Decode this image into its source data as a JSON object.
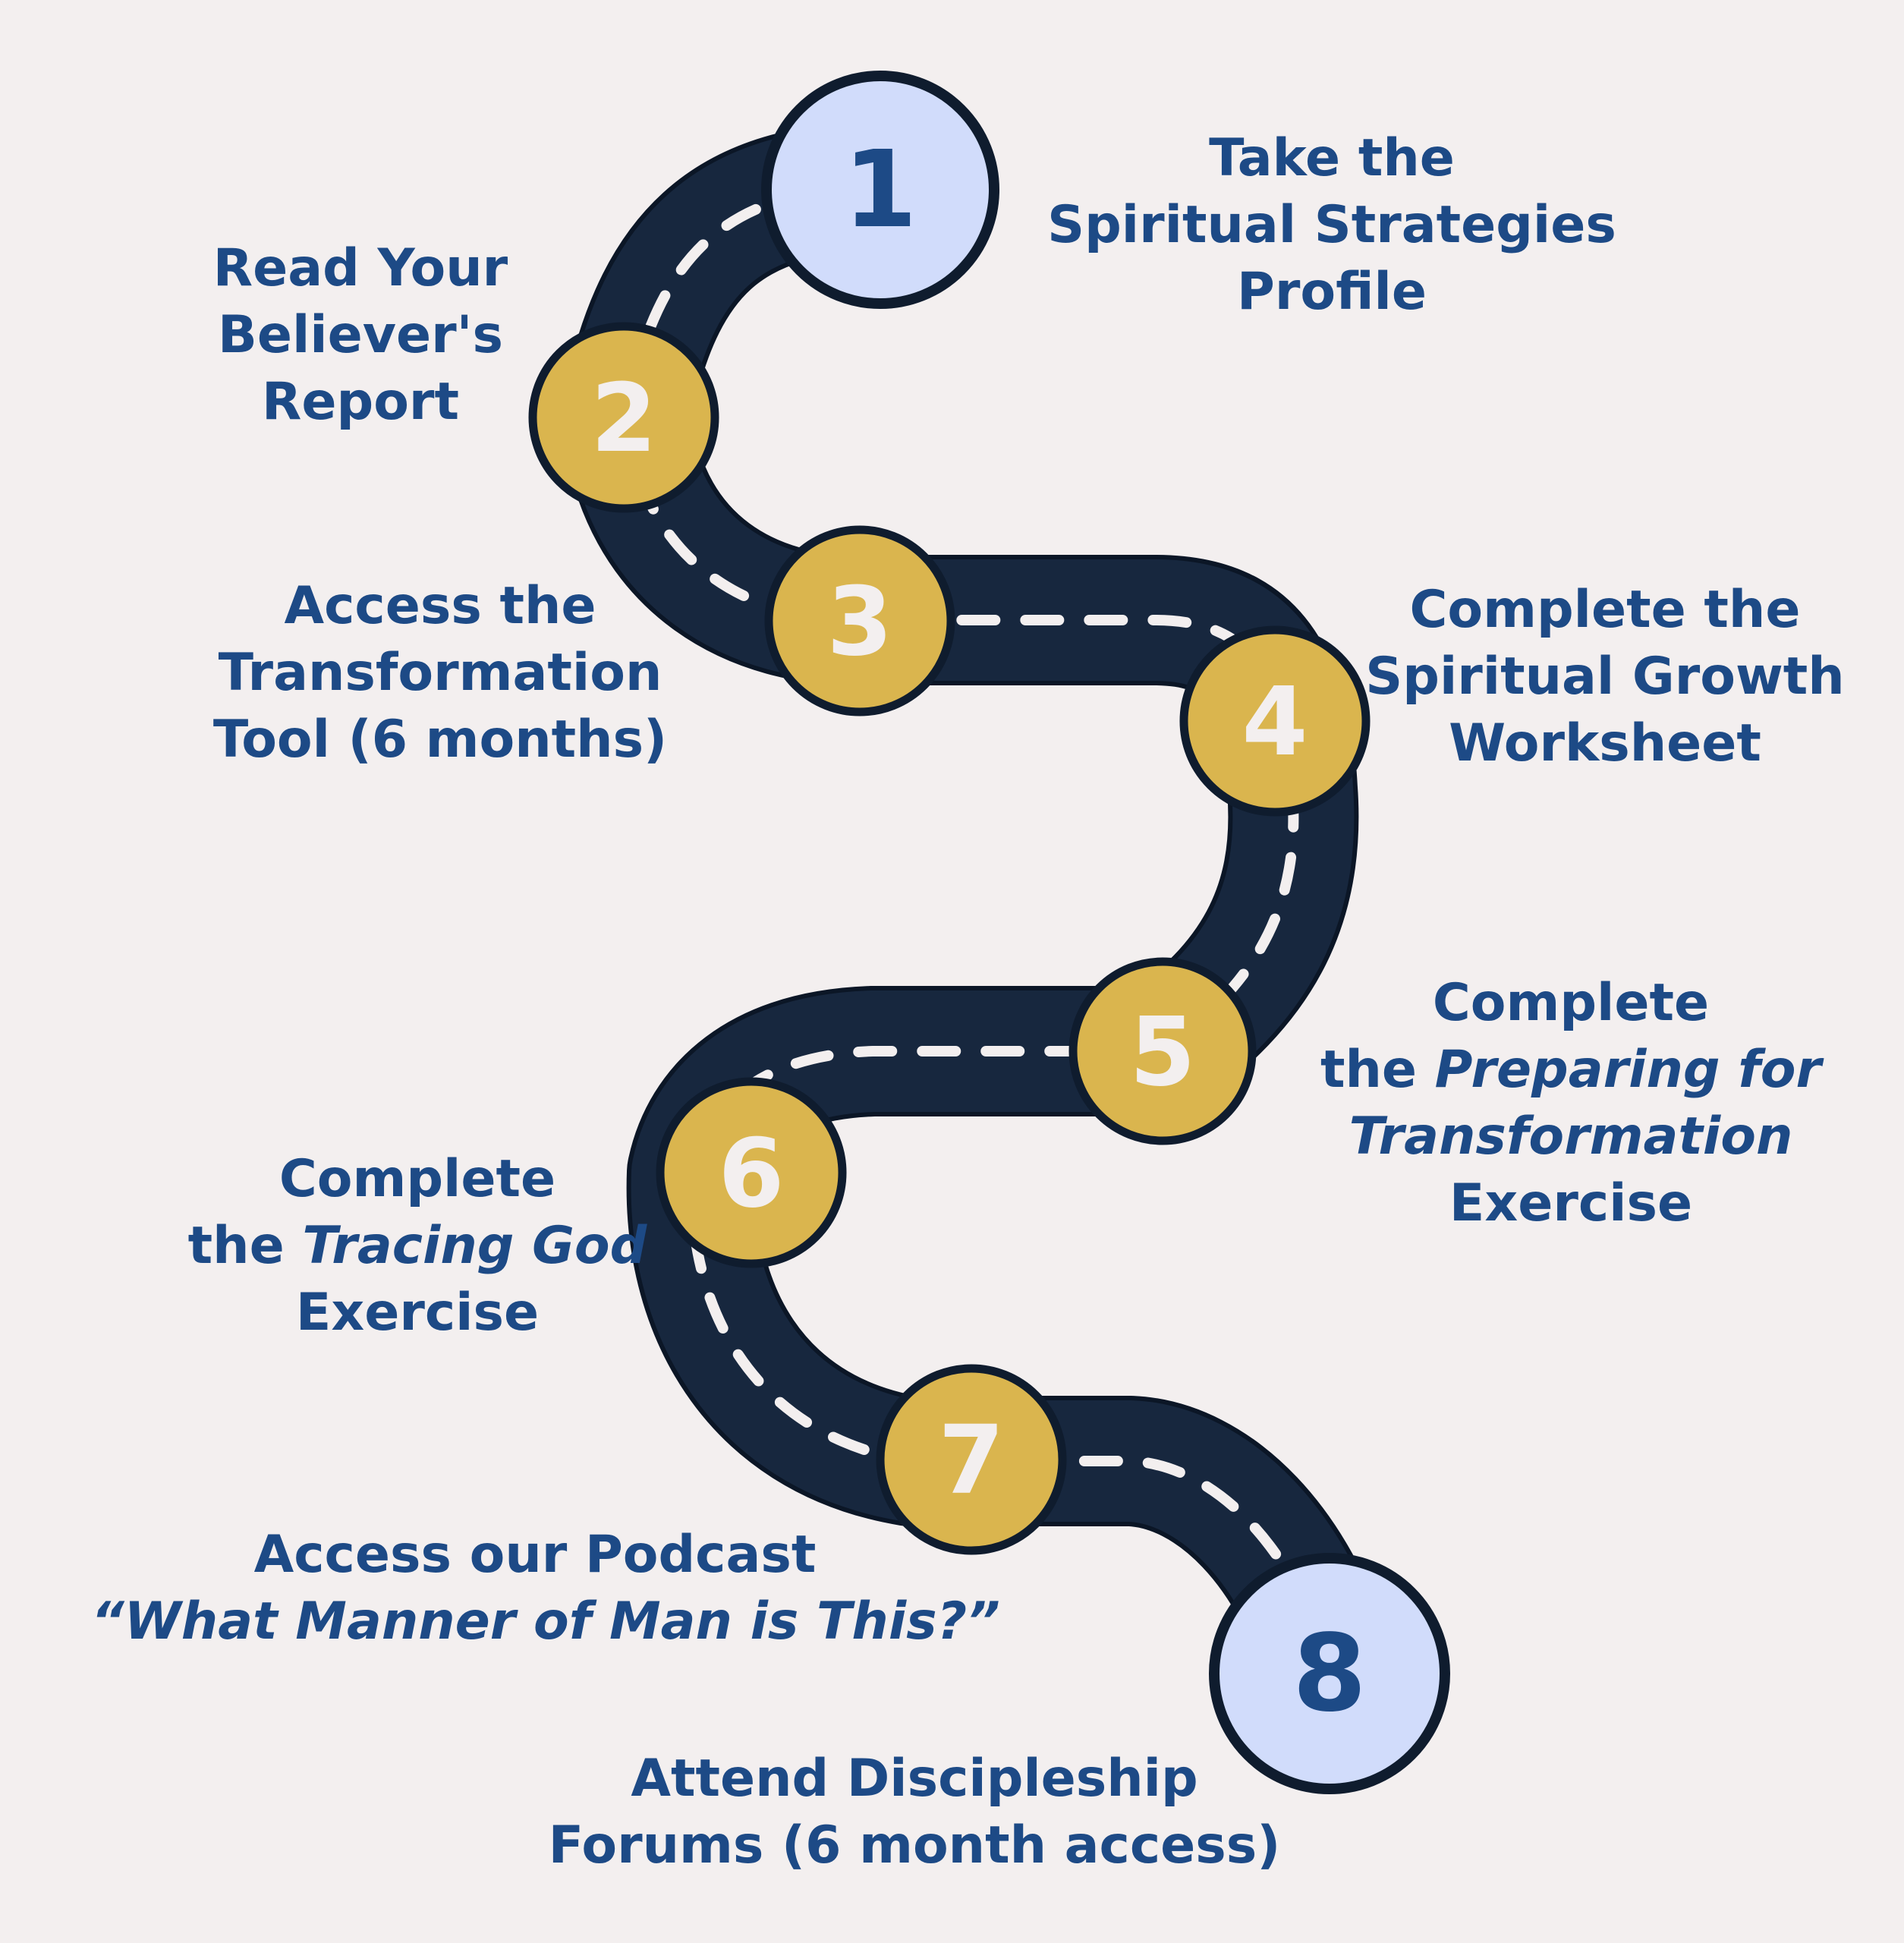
{
  "colors": {
    "background": "#f3efef",
    "road": "#17273e",
    "dash": "#f3efef",
    "gold_marker": "#dab54e",
    "end_marker": "#d1dcfb",
    "text": "#1d4a86"
  },
  "steps": [
    {
      "number": "1",
      "style": "end",
      "lines": [
        {
          "text": "Take the"
        },
        {
          "text": "Spiritual Strategies"
        },
        {
          "text": "Profile"
        }
      ]
    },
    {
      "number": "2",
      "style": "gold",
      "lines": [
        {
          "text": "Read Your"
        },
        {
          "text": "Believer's"
        },
        {
          "text": "Report"
        }
      ]
    },
    {
      "number": "3",
      "style": "gold",
      "lines": [
        {
          "text": "Access the"
        },
        {
          "text": "Transformation"
        },
        {
          "text": "Tool (6 months)"
        }
      ]
    },
    {
      "number": "4",
      "style": "gold",
      "lines": [
        {
          "text": "Complete the"
        },
        {
          "text": "Spiritual Growth"
        },
        {
          "text": "Worksheet"
        }
      ]
    },
    {
      "number": "5",
      "style": "gold",
      "lines": [
        {
          "text": "Complete"
        },
        {
          "pre": "the ",
          "em": "Preparing for"
        },
        {
          "em": "Transformation"
        },
        {
          "text": "Exercise"
        }
      ]
    },
    {
      "number": "6",
      "style": "gold",
      "lines": [
        {
          "text": "Complete"
        },
        {
          "pre": "the ",
          "em": "Tracing God"
        },
        {
          "text": "Exercise"
        }
      ]
    },
    {
      "number": "7",
      "style": "gold",
      "lines": [
        {
          "text": "Access our Podcast"
        },
        {
          "em": "“What Manner of Man is This?”"
        }
      ]
    },
    {
      "number": "8",
      "style": "end",
      "lines": [
        {
          "text": "Attend Discipleship"
        },
        {
          "text": "Forums (6 month access)"
        }
      ]
    }
  ]
}
